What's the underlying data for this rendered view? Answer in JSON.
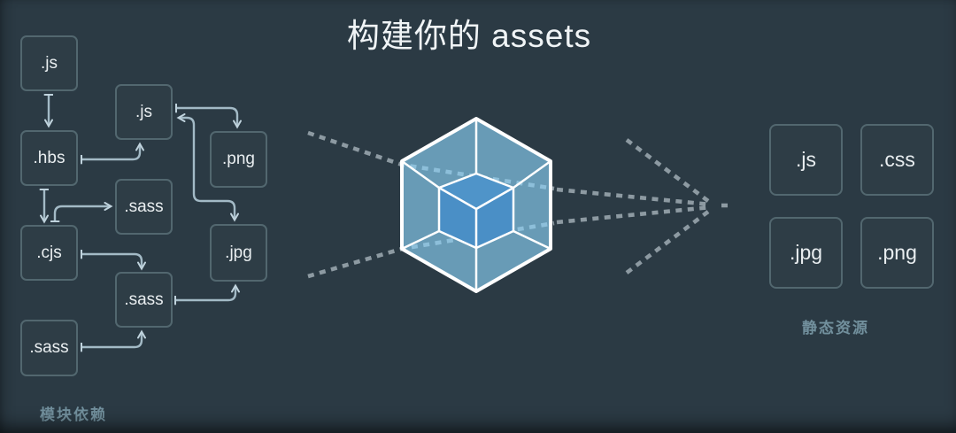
{
  "title": "构建你的 assets",
  "module_graph": {
    "caption": "模块依赖",
    "nodes": [
      {
        "id": "js1",
        "label": ".js"
      },
      {
        "id": "js2",
        "label": ".js"
      },
      {
        "id": "hbs",
        "label": ".hbs"
      },
      {
        "id": "png",
        "label": ".png"
      },
      {
        "id": "sass1",
        "label": ".sass"
      },
      {
        "id": "cjs",
        "label": ".cjs"
      },
      {
        "id": "jpg",
        "label": ".jpg"
      },
      {
        "id": "sass2",
        "label": ".sass"
      },
      {
        "id": "sass3",
        "label": ".sass"
      }
    ]
  },
  "static_assets": {
    "caption": "静态资源",
    "nodes": [
      {
        "id": "out-js",
        "label": ".js"
      },
      {
        "id": "out-css",
        "label": ".css"
      },
      {
        "id": "out-jpg",
        "label": ".jpg"
      },
      {
        "id": "out-png",
        "label": ".png"
      }
    ]
  },
  "logo": {
    "name": "webpack-cube"
  },
  "colors": {
    "background": "#2b3a44",
    "box_border": "#52676f",
    "box_text": "#e9eef0",
    "connector_line": "#a3bac6",
    "arrowhead": "#c0d3dd",
    "dotted_line": "#8d9aa2",
    "caption_text": "#72909d",
    "cube_face_light": "#8ed6fb",
    "cube_inner_top": "#4f94c9",
    "cube_inner_side": "#4a8fc6",
    "cube_edge": "#ffffff"
  }
}
